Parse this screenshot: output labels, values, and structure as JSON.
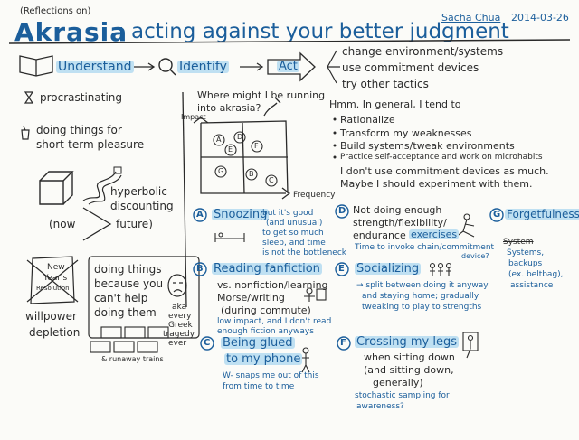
{
  "header": {
    "reflections": "(Reflections on)",
    "title_word": "Akrasia",
    "title_rest": ": acting against your better judgment",
    "author": "Sacha Chua",
    "date": "2014-03-26"
  },
  "flow": {
    "understand": "Understand",
    "identify": "Identify",
    "act": "Act",
    "act_items": [
      "change environment/systems",
      "use commitment devices",
      "try other tactics"
    ]
  },
  "left": {
    "procrastinating": "procrastinating",
    "short_term": [
      "doing things for",
      "short-term pleasure"
    ],
    "hyperbolic": [
      "hyperbolic",
      "discounting"
    ],
    "now": "(now",
    "future": "future)",
    "ny_resolution": [
      "New",
      "Year's",
      "Resolution"
    ],
    "willpower": [
      "willpower",
      "depletion"
    ],
    "cant_help": [
      "doing things",
      "because you",
      "can't help",
      "doing them"
    ],
    "aka": [
      "aka",
      "every",
      "Greek",
      "tragedy",
      "ever"
    ],
    "runaway": "& runaway trains"
  },
  "matrix": {
    "question": [
      "Where might I be running",
      "into akrasia?"
    ],
    "question_crossed": "akrasia",
    "y_label": "Impact",
    "x_label": "Frequency",
    "letters": [
      "A",
      "D",
      "E",
      "F",
      "G",
      "B",
      "C"
    ]
  },
  "hmm": {
    "intro": [
      "Hmm. In general, I tend to"
    ],
    "bullets": [
      "Rationalize",
      "Transform my weaknesses",
      "Build systems/tweak environments",
      "Practice self-acceptance and work on microhabits"
    ],
    "conclusion": [
      "I don't use commitment devices as much.",
      "Maybe I should experiment with them."
    ]
  },
  "items": {
    "a": {
      "letter": "A",
      "title": "Snoozing",
      "note": [
        "but it's good",
        "(and unusual)",
        "to get so much",
        "sleep, and time",
        "is not the bottleneck"
      ]
    },
    "b": {
      "letter": "B",
      "title": "Reading fanfiction",
      "lines": [
        "vs. nonfiction/learning",
        "Morse/writing",
        "(during commute)"
      ],
      "note": [
        "low impact, and I don't read",
        "enough fiction anyways"
      ]
    },
    "c": {
      "letter": "C",
      "title": [
        "Being glued",
        "to my phone"
      ],
      "note": [
        "W- snaps me out of this",
        "from time to time"
      ]
    },
    "d": {
      "letter": "D",
      "lines": [
        "Not doing enough",
        "strength/flexibility/",
        "endurance"
      ],
      "highlight": "exercises",
      "note": [
        "Time to invoke chain/commitment",
        "device?"
      ]
    },
    "e": {
      "letter": "E",
      "title": "Socializing",
      "note": [
        "→ split between doing it anyway",
        "and staying home; gradually",
        "tweaking to play to strengths"
      ]
    },
    "f": {
      "letter": "F",
      "title": "Crossing my legs",
      "lines": [
        "when sitting down",
        "(and sitting down,",
        "generally)"
      ],
      "note": [
        "stochastic sampling for",
        "awareness?"
      ]
    },
    "g": {
      "letter": "G",
      "title": "Forgetfulness",
      "note": [
        "Systems,",
        "backups",
        "(ex. beltbag),",
        "assistance"
      ],
      "crossed": "System"
    }
  },
  "colors": {
    "ink": "#2a2a2a",
    "blue": "#1b5e9b",
    "highlight": "#bfe0f2"
  }
}
